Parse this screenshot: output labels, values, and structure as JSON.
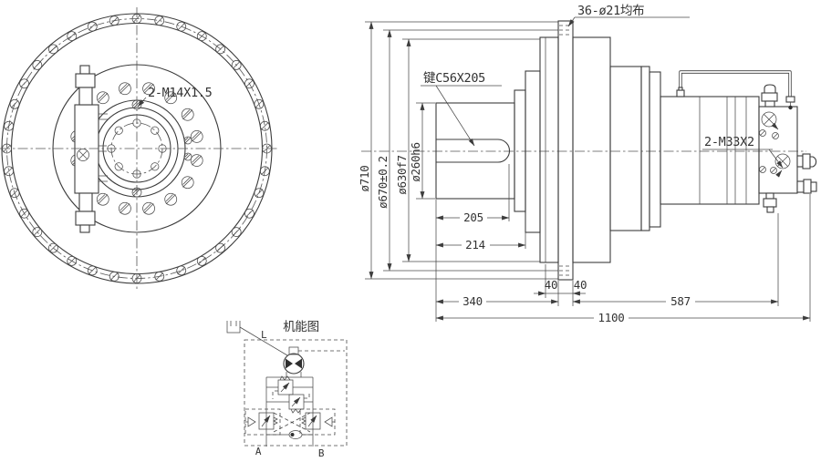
{
  "labels": {
    "bolt_pattern": "36-ø21均布",
    "key": "键C56X205",
    "ports": "2-M33X2",
    "drain_ports": "2-M14X1.5"
  },
  "dimensions": {
    "flange_od": "ø710",
    "spigot_od": "ø670±0.2",
    "pilot_od": "ø630f7",
    "shaft_od": "ø260h6",
    "key_length": "205",
    "shaft_length": "214",
    "front_length": "340",
    "step_width": "40",
    "flange_width": "40",
    "rear_length": "587",
    "total_length": "1100"
  },
  "schematic": {
    "title": "机能图",
    "port_l": "L",
    "port_a": "A",
    "port_b": "B"
  },
  "colors": {
    "line": "#3c3c3c",
    "background": "#ffffff"
  }
}
